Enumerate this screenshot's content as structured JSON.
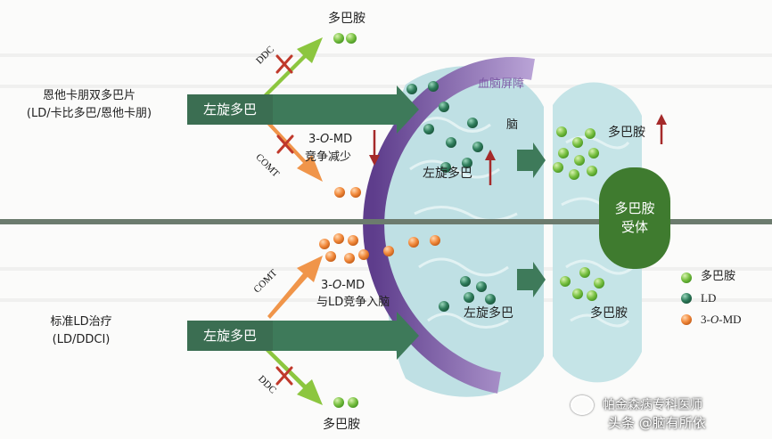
{
  "top_section": {
    "drug_line1": "恩他卡朋双多巴片",
    "drug_line2": "(LD/卡比多巴/恩他卡朋)",
    "levodopa_box": "左旋多巴",
    "ddc_label": "DDC",
    "comt_label": "COMT",
    "dopamine_label": "多巴胺",
    "md_prefix": "3-",
    "md_italic": "O",
    "md_suffix": "-MD",
    "md_note": "竞争减少"
  },
  "bottom_section": {
    "drug_line1": "标准LD治疗",
    "drug_line2": "(LD/DDCI)",
    "levodopa_box": "左旋多巴",
    "ddc_label": "DDC",
    "comt_label": "COMT",
    "dopamine_label": "多巴胺",
    "md_prefix": "3-",
    "md_italic": "O",
    "md_suffix": "-MD",
    "md_note": "与LD竞争入脑"
  },
  "brain": {
    "barrier_label": "血脑屏障",
    "brain_label": "脑",
    "levodopa_top": "左旋多巴",
    "levodopa_bottom": "左旋多巴",
    "dopamine_top": "多巴胺",
    "dopamine_bottom": "多巴胺",
    "receptor_line1": "多巴胺",
    "receptor_line2": "受体"
  },
  "legend": {
    "dopamine": "多巴胺",
    "ld": "LD",
    "md_prefix": "3-",
    "md_italic": "O",
    "md_suffix": "-MD"
  },
  "watermark": {
    "line1": "帕金森病专科医师",
    "line2": "头条 @脑有所依"
  },
  "colors": {
    "arrow_dark_green": "#3e7a5a",
    "box_dark_green": "#3b6e52",
    "light_green": "#7ac143",
    "orange": "#f0954a",
    "barrier_purple": "#7d5aa6",
    "brain_blue": "#bfe0e4",
    "receptor_green": "#3f7b2f",
    "dot_green": "#6fbf3f",
    "dot_teal": "#2f7d5c",
    "dot_orange": "#f28a3c",
    "red": "#c0392b"
  }
}
